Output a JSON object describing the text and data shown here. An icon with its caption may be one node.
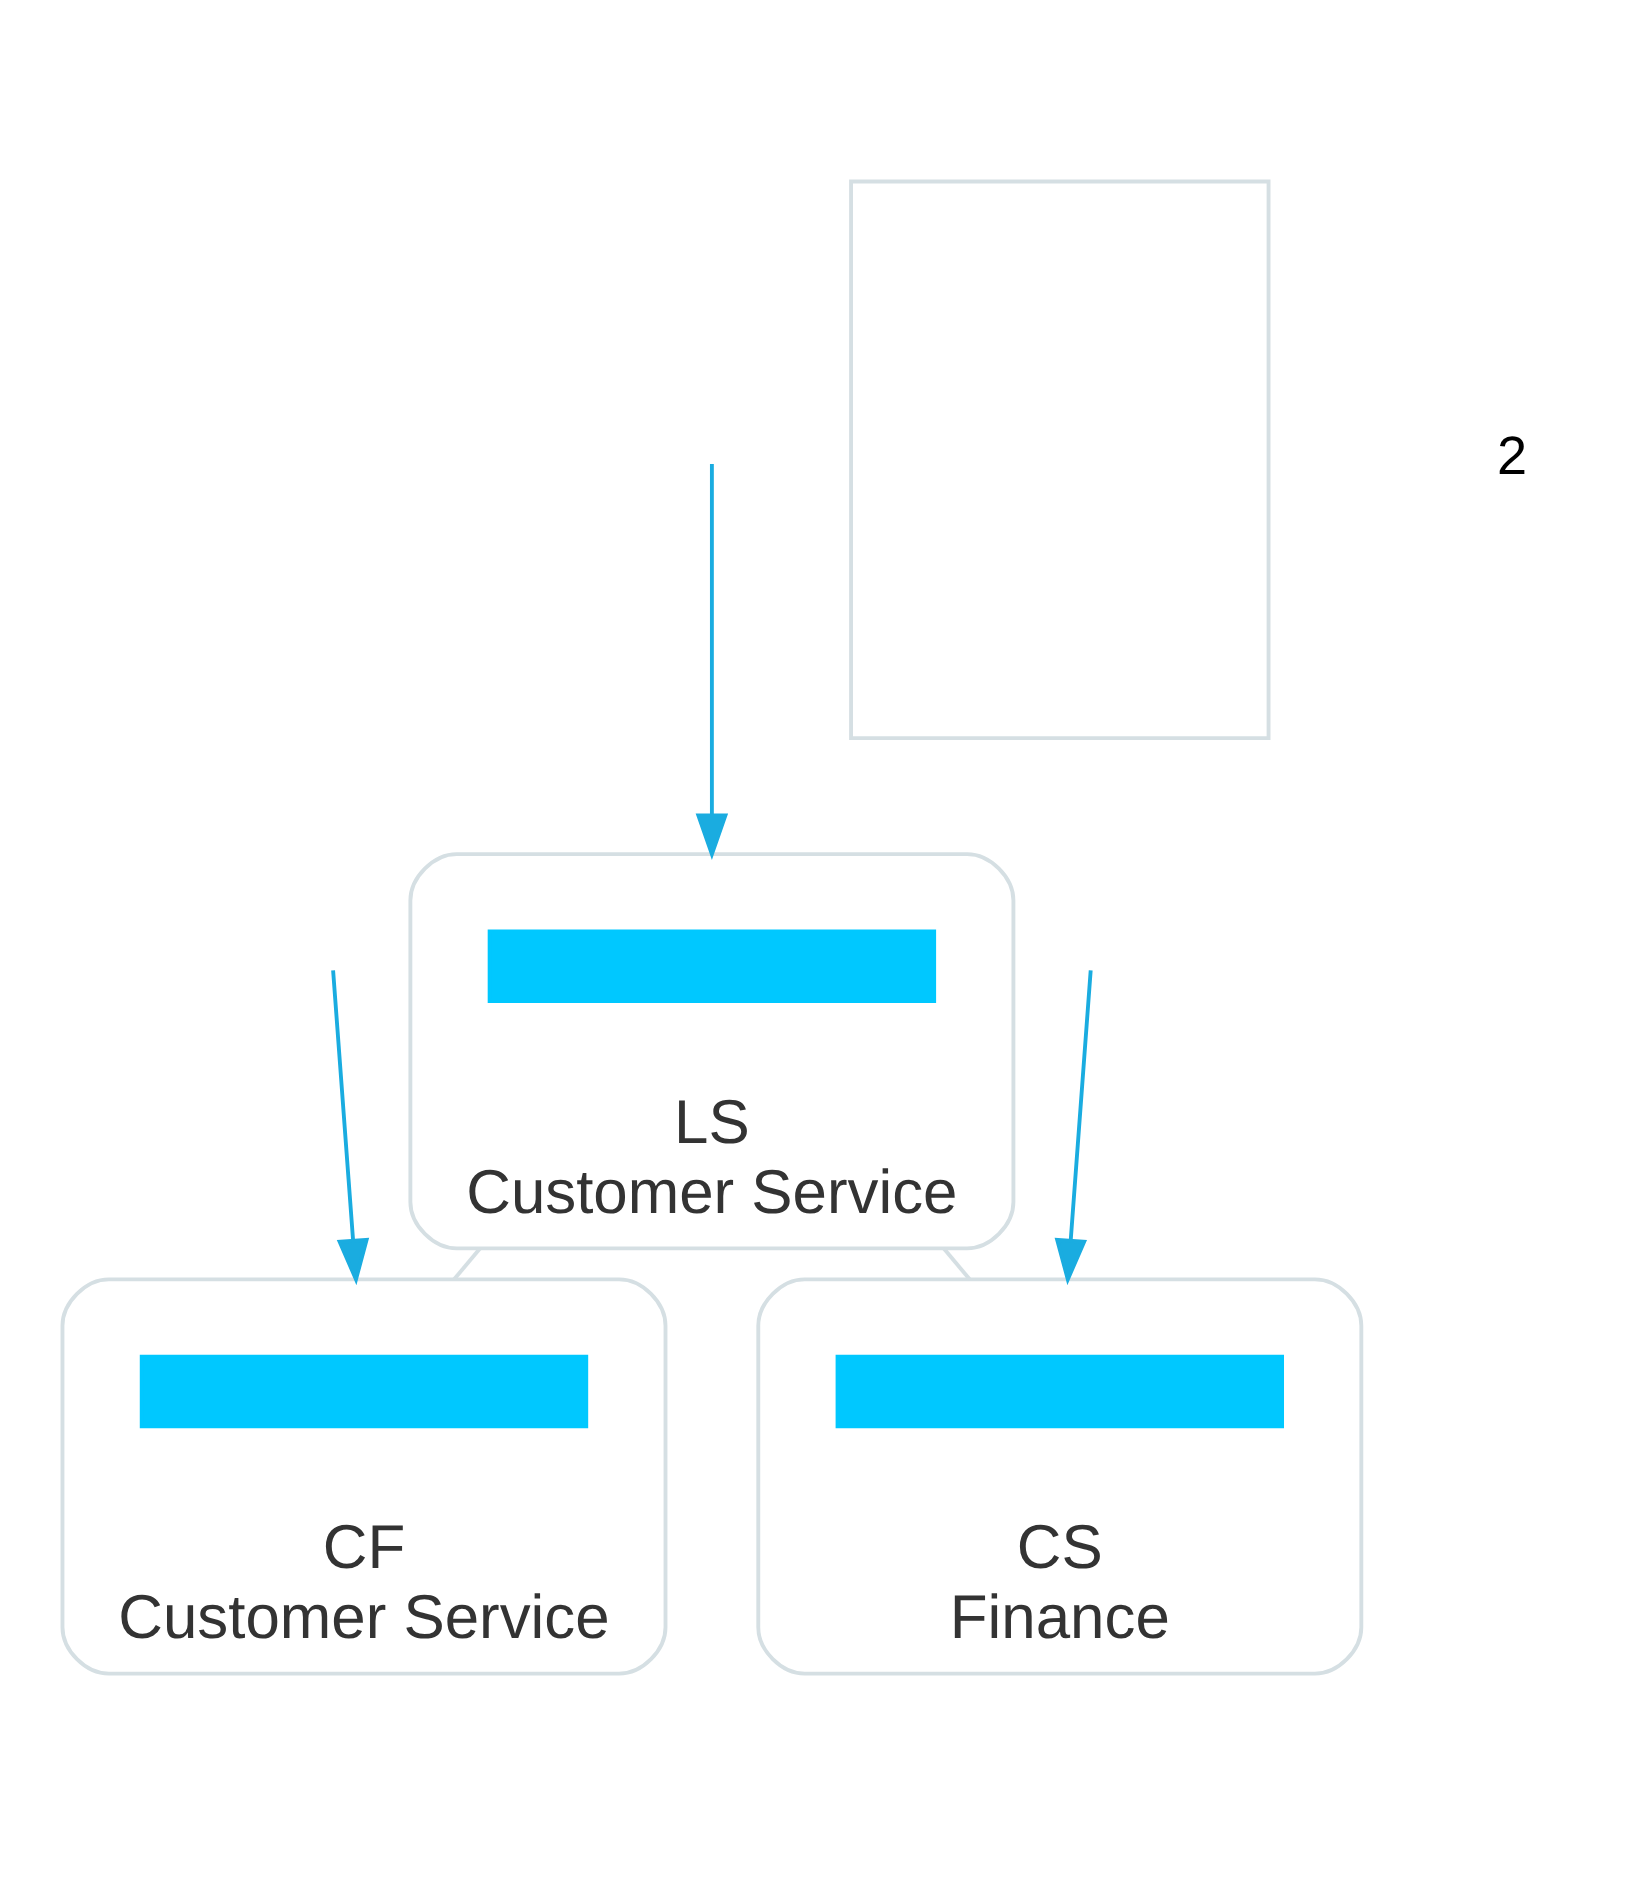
{
  "diagram": {
    "nodes": [
      {
        "text": [
          "LS",
          "Customer Service"
        ]
      },
      {
        "text": [],
        "shape": "bar",
        "in": 0
      },
      {
        "text": [],
        "shape": "box"
      },
      {
        "text": [
          "CF",
          "Customer Service"
        ]
      },
      {
        "text": [],
        "shape": "bar",
        "in": 3
      },
      {
        "text": [
          "CS",
          "Finance"
        ]
      },
      {
        "text": [],
        "shape": "bar",
        "in": 5
      }
    ],
    "edges": [
      {
        "from": 0,
        "to": 3,
        "arrow": "none",
        "color": "#d5dfe3"
      },
      {
        "from": 0,
        "to": 5,
        "arrow": "none",
        "color": "#d5dfe3"
      },
      {
        "from": null,
        "to": 0,
        "arrow": "to",
        "color": "#1aace0"
      },
      {
        "from": null,
        "to": 3,
        "arrow": "to",
        "color": "#1aace0"
      },
      {
        "from": null,
        "to": 5,
        "arrow": "to",
        "color": "#1aace0"
      }
    ],
    "labels": [
      "2"
    ]
  }
}
